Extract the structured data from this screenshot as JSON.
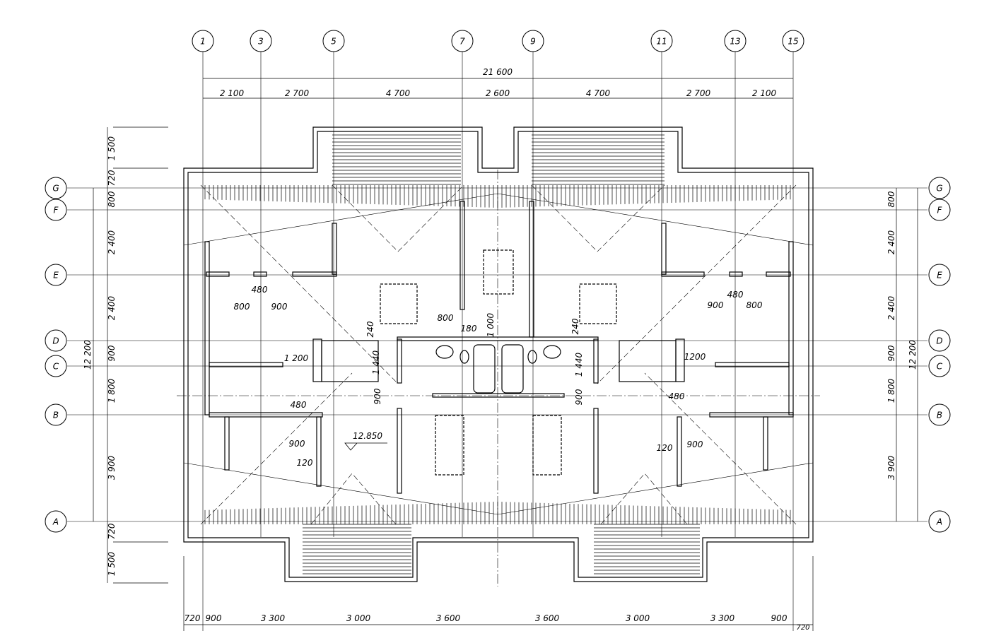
{
  "drawing": {
    "axes_columns": [
      "1",
      "3",
      "5",
      "7",
      "9",
      "11",
      "13",
      "15"
    ],
    "axes_rows": [
      "G",
      "F",
      "E",
      "D",
      "C",
      "B",
      "A"
    ],
    "dims": {
      "overall_top": "21 600",
      "top_chain": [
        "2 100",
        "2 700",
        "4 700",
        "2 600",
        "4 700",
        "2 700",
        "2 100"
      ],
      "bottom_chain": [
        "720",
        "900",
        "3 300",
        "3 000",
        "3 600",
        "3 600",
        "3 000",
        "3 300",
        "900",
        "720"
      ],
      "left_chain": [
        "1 500",
        "720",
        "800",
        "2 400",
        "2 400",
        "900",
        "1 800",
        "3 900",
        "720",
        "1 500"
      ],
      "left_overall": "12 200",
      "right_chain": [
        "800",
        "2 400",
        "2 400",
        "900",
        "1 800",
        "3 900"
      ],
      "right_overall": "12 200"
    },
    "notes": {
      "n480_left_top": "480",
      "n800_left": "800",
      "n900_left": "900",
      "n480_right_top": "480",
      "n900_right": "900",
      "n800_right": "800",
      "n800_center": "800",
      "n180": "180",
      "n1000": "1 000",
      "n240_left": "240",
      "n240_right": "240",
      "n1200_left": "1 200",
      "n1200_right": "1200",
      "n1440_left": "1 440",
      "n1440_right": "1 440",
      "n900_v_left": "900",
      "n900_v_right": "900",
      "n480_left_bottom": "480",
      "n480_right_bottom": "480",
      "n900_bl": "900",
      "n120_left": "120",
      "n120_right": "120",
      "n900_br": "900",
      "level": "12.850"
    }
  }
}
